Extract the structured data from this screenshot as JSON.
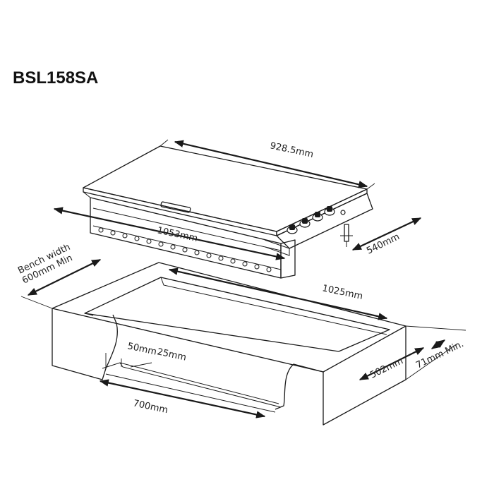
{
  "model": "BSL158SA",
  "dimensions": {
    "top_width": "928.5mm",
    "overall_width": "1053mm",
    "depth": "540mm",
    "bench_width_line1": "Bench width",
    "bench_width_line2": "600mm Min",
    "cutout_length": "1025mm",
    "cutout_depth": "502mm",
    "bench_thickness": "71mm Min.",
    "front_offset": "50mm",
    "rail_offset": "25mm",
    "rail_length": "700mm"
  }
}
